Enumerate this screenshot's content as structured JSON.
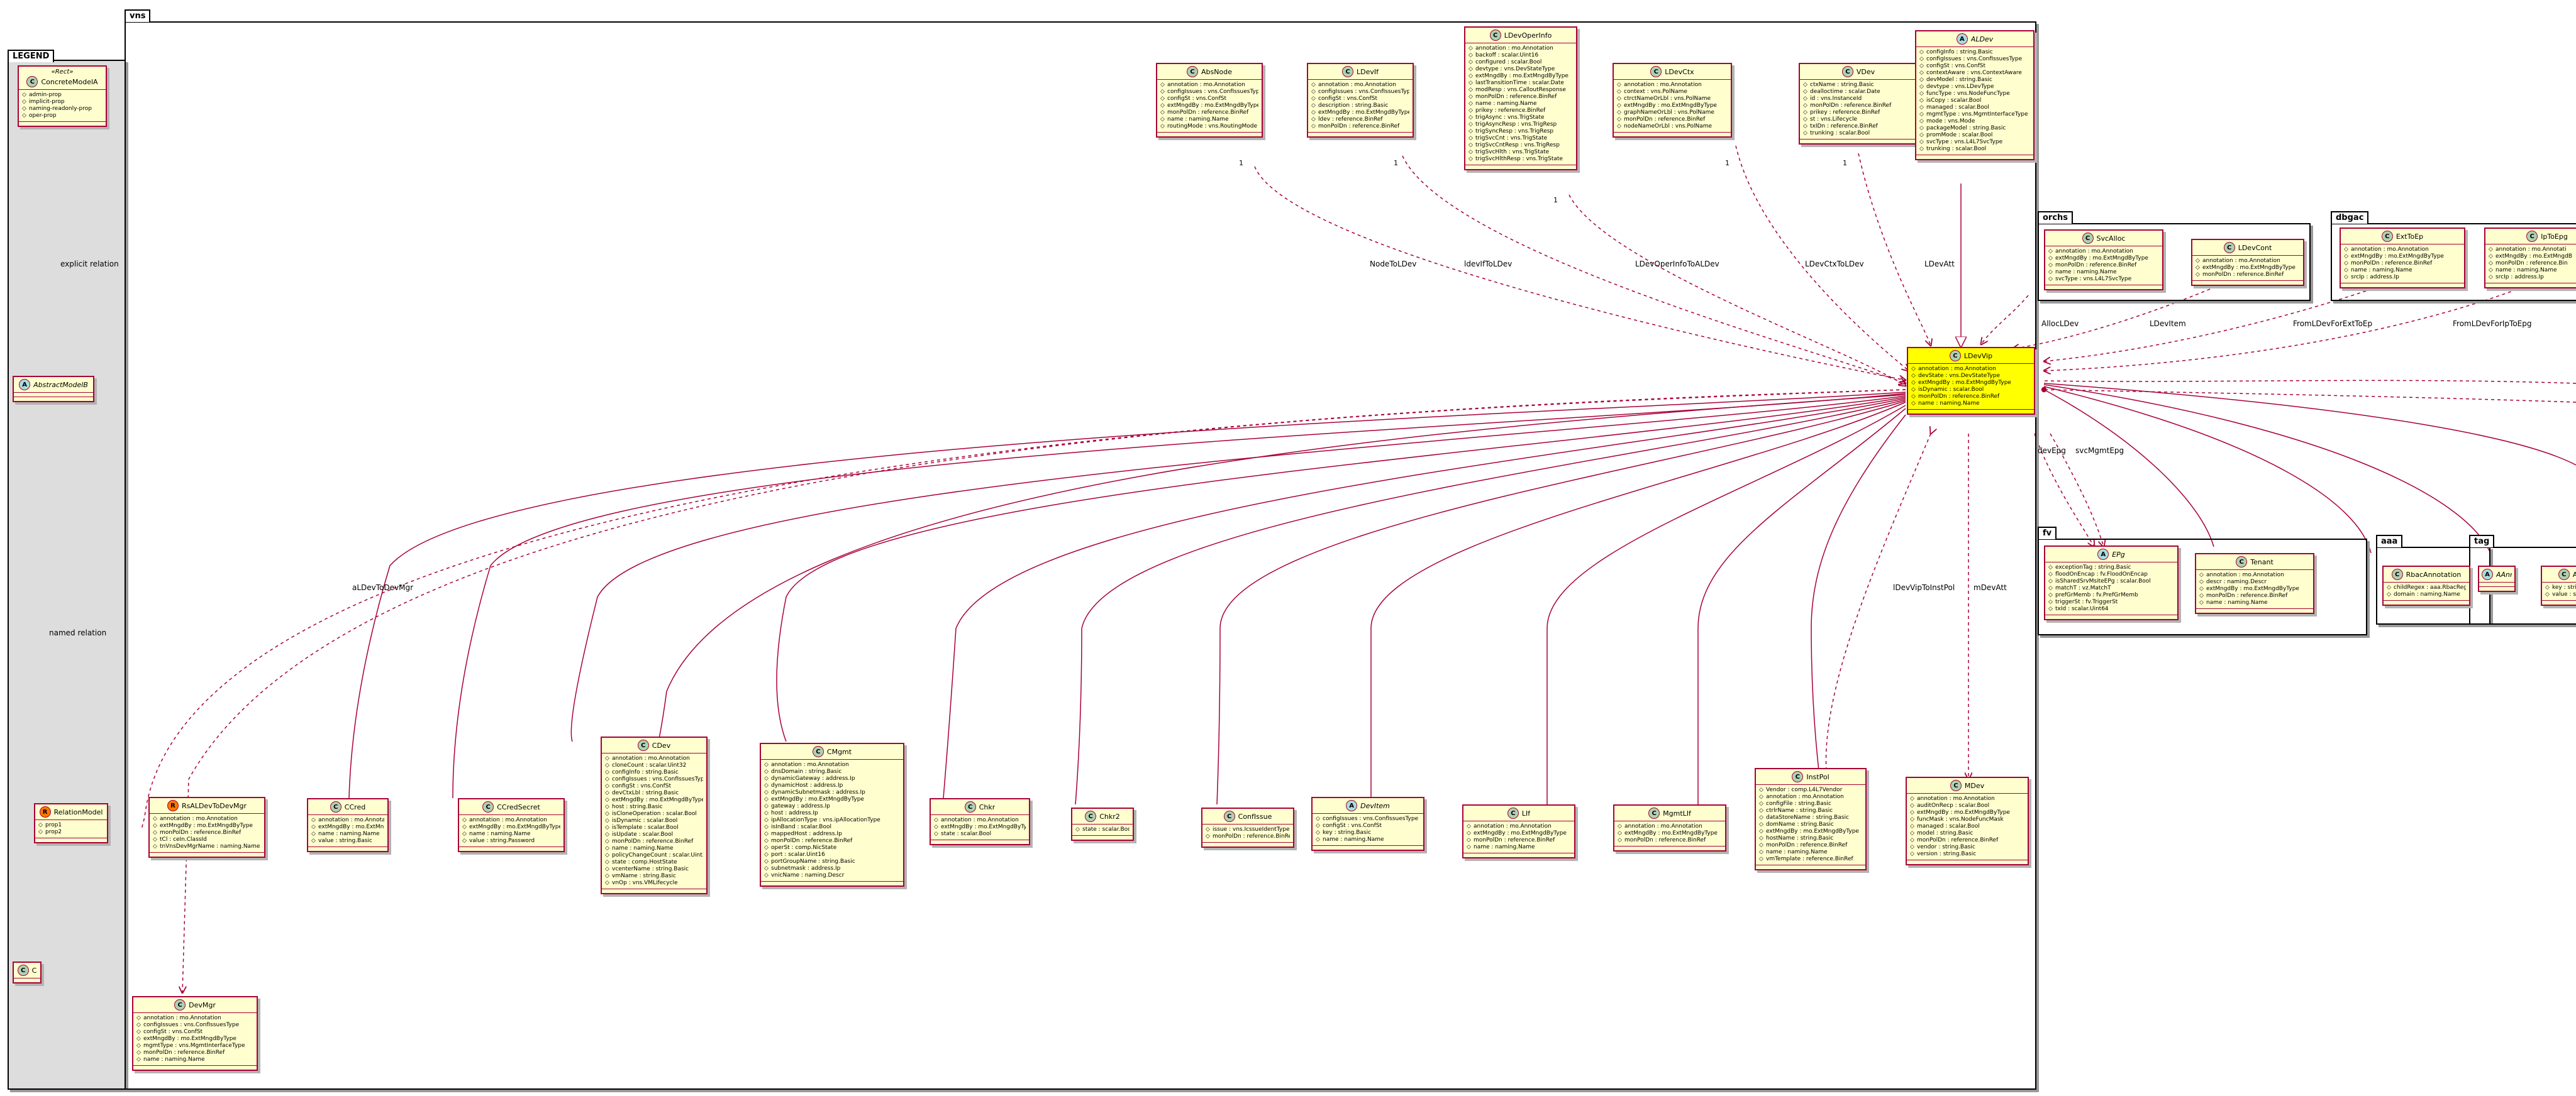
{
  "colors": {
    "border": "#A80036",
    "class_fill": "#FEFECE",
    "highlight": "#FFFF00",
    "legend_fill": "#DDDDDD",
    "badge_c": "#ADD1B2",
    "badge_a": "#A9DCDF",
    "badge_r": "#FF7700"
  },
  "packages": {
    "legend": "LEGEND",
    "vns": "vns",
    "orchs": "orchs",
    "dbgac": "dbgac",
    "fv": "fv",
    "aaa": "aaa",
    "tag": "tag"
  },
  "legend": {
    "concrete": {
      "name": "ConcreteModelA",
      "stereo": "«Rect»",
      "attrs": [
        "admin-prop",
        "implicit-prop",
        "naming-readonly-prop",
        "oper-prop"
      ]
    },
    "abstract": {
      "name": "AbstractModelB"
    },
    "relation": {
      "name": "RelationModel",
      "attrs": [
        "prop1",
        "prop2"
      ]
    },
    "c": {
      "name": "C"
    },
    "labels": {
      "explicit": "explicit relation",
      "named": "named relation"
    }
  },
  "classes": {
    "absnode": {
      "name": "AbsNode",
      "attrs": [
        "annotation : mo.Annotation",
        "configIssues : vns.ConfIssuesType",
        "configSt : vns.ConfSt",
        "extMngdBy : mo.ExtMngdByType",
        "monPolDn : reference.BinRef",
        "name : naming.Name",
        "routingMode : vns.RoutingMode"
      ]
    },
    "ldevif": {
      "name": "LDevIf",
      "attrs": [
        "annotation : mo.Annotation",
        "configIssues : vns.ConfIssuesType",
        "configSt : vns.ConfSt",
        "description : string.Basic",
        "extMngdBy : mo.ExtMngdByType",
        "ldev : reference.BinRef",
        "monPolDn : reference.BinRef"
      ]
    },
    "ldevoper": {
      "name": "LDevOperInfo",
      "attrs": [
        "annotation : mo.Annotation",
        "backoff : scalar.Uint16",
        "configured : scalar.Bool",
        "devtype : vns.DevStateType",
        "extMngdBy : mo.ExtMngdByType",
        "lastTransitionTime : scalar.Date",
        "modResp : vns.CalloutResponse",
        "monPolDn : reference.BinRef",
        "name : naming.Name",
        "prikey : reference.BinRef",
        "trigAsync : vns.TrigState",
        "trigAsyncResp : vns.TrigResp",
        "trigSyncResp : vns.TrigResp",
        "trigSvcCnt : vns.TrigState",
        "trigSvcCntResp : vns.TrigResp",
        "trigSvcHlth : vns.TrigState",
        "trigSvcHlthResp : vns.TrigState"
      ]
    },
    "ldevctx": {
      "name": "LDevCtx",
      "attrs": [
        "annotation : mo.Annotation",
        "context : vns.PolName",
        "ctrctNameOrLbl : vns.PolName",
        "extMngdBy : mo.ExtMngdByType",
        "graphNameOrLbl : vns.PolName",
        "monPolDn : reference.BinRef",
        "nodeNameOrLbl : vns.PolName"
      ]
    },
    "vdev": {
      "name": "VDev",
      "attrs": [
        "ctxName : string.Basic",
        "dealloctime : scalar.Date",
        "id : vns.InstanceId",
        "monPolDn : reference.BinRef",
        "prikey : reference.BinRef",
        "st : vns.Lifecycle",
        "txIDn : reference.BinRef",
        "trunking : scalar.Bool"
      ]
    },
    "aldev": {
      "name": "ALDev",
      "attrs": [
        "configInfo : string.Basic",
        "configIssues : vns.ConfIssuesType",
        "configSt : vns.ConfSt",
        "contextAware : vns.ContextAware",
        "devModel : string.Basic",
        "devtype : vns.LDevType",
        "funcType : vns.NodeFuncType",
        "isCopy : scalar.Bool",
        "managed : scalar.Bool",
        "mgmtType : vns.MgmtInterfaceType",
        "mode : vns.Mode",
        "packageModel : string.Basic",
        "promMode : scalar.Bool",
        "svcType : vns.L4L7SvcType",
        "trunking : scalar.Bool"
      ]
    },
    "ldevvip": {
      "name": "LDevVip",
      "attrs": [
        "annotation : mo.Annotation",
        "devState : vns.DevStateType",
        "extMngdBy : mo.ExtMngdByType",
        "isDynamic : scalar.Bool",
        "monPolDn : reference.BinRef",
        "name : naming.Name"
      ]
    },
    "svcalloc": {
      "name": "SvcAlloc",
      "attrs": [
        "annotation : mo.Annotation",
        "extMngdBy : mo.ExtMngdByType",
        "monPolDn : reference.BinRef",
        "name : naming.Name",
        "svcType : vns.L4L7SvcType"
      ]
    },
    "ldevcont": {
      "name": "LDevCont",
      "attrs": [
        "annotation : mo.Annotation",
        "extMngdBy : mo.ExtMngdByType",
        "monPolDn : reference.BinRef"
      ]
    },
    "extitoep": {
      "name": "ExtToEp",
      "attrs": [
        "annotation : mo.Annotation",
        "extMngdBy : mo.ExtMngdByType",
        "monPolDn : reference.BinRef",
        "name : naming.Name",
        "srcIp : address.Ip"
      ]
    },
    "iptoepg": {
      "name": "IpToEpg",
      "attrs": [
        "annotation : mo.Annotati",
        "extMngdBy : mo.ExtMngdB",
        "monPolDn : reference.Bin",
        "name : naming.Name",
        "srcIp : address.Ip"
      ]
    },
    "epg": {
      "name": "EPg",
      "attrs": [
        "exceptionTag : string.Basic",
        "floodOnEncap : fv.FloodOnEncap",
        "isSharedSrvMsiteEPg : scalar.Bool",
        "matchT : vz.MatchT",
        "prefGrMemb : fv.PrefGrMemb",
        "triggerSt : fv.TriggerSt",
        "txId : scalar.Uint64"
      ]
    },
    "tenant": {
      "name": "Tenant",
      "attrs": [
        "annotation : mo.Annotation",
        "descr : naming.Descr",
        "extMngdBy : mo.ExtMngdByType",
        "monPolDn : reference.BinRef",
        "name : naming.Name"
      ]
    },
    "rbac": {
      "name": "RbacAnnotation",
      "attrs": [
        "childRegex : aaa.RbacRegex",
        "domain : naming.Name"
      ]
    },
    "aannot": {
      "name": "AAnno",
      "attrs": []
    },
    "annot": {
      "name": "Ann",
      "attrs": [
        "key : stri",
        "value : s"
      ]
    },
    "rsaldev": {
      "name": "RsALDevToDevMgr",
      "attrs": [
        "annotation : mo.Annotation",
        "extMngdBy : mo.ExtMngdByType",
        "monPolDn : reference.BinRef",
        "tCl : ceIn.ClassId",
        "tnVnsDevMgrName : naming.Name"
      ]
    },
    "ccred": {
      "name": "CCred",
      "attrs": [
        "annotation : mo.Annotation",
        "extMngdBy : mo.ExtMngdByType",
        "name : naming.Name",
        "value : string.Basic"
      ]
    },
    "ccredsecret": {
      "name": "CCredSecret",
      "attrs": [
        "annotation : mo.Annotation",
        "extMngdBy : mo.ExtMngdByType",
        "name : naming.Name",
        "value : string.Password"
      ]
    },
    "cdev": {
      "name": "CDev",
      "attrs": [
        "annotation : mo.Annotation",
        "cloneCount : scalar.Uint32",
        "configInfo : string.Basic",
        "configIssues : vns.ConfIssuesType",
        "configSt : vns.ConfSt",
        "devCtxLbl : string.Basic",
        "extMngdBy : mo.ExtMngdByType",
        "host : string.Basic",
        "isCloneOperation : scalar.Bool",
        "isDynamic : scalar.Bool",
        "isTemplate : scalar.Bool",
        "isUpdate : scalar.Bool",
        "monPolDn : reference.BinRef",
        "name : naming.Name",
        "policyChangeCount : scalar.Uint32",
        "state : comp.HostState",
        "vcenterName : string.Basic",
        "vmName : string.Basic",
        "vnOp : vns.VMLifecycle"
      ]
    },
    "cmgmt": {
      "name": "CMgmt",
      "attrs": [
        "annotation : mo.Annotation",
        "dnsDomain : string.Basic",
        "dynamicGateway : address.Ip",
        "dynamicHost : address.Ip",
        "dynamicSubnetmask : address.Ip",
        "extMngdBy : mo.ExtMngdByType",
        "gateway : address.Ip",
        "host : address.Ip",
        "ipAllocationType : vns.ipAllocationType",
        "isInBand : scalar.Bool",
        "mappedHost : address.Ip",
        "monPolDn : reference.BinRef",
        "operSt : comp.NicState",
        "port : scalar.Uint16",
        "portGroupName : string.Basic",
        "subnetmask : address.Ip",
        "vnicName : naming.Descr"
      ]
    },
    "chkr": {
      "name": "Chkr",
      "attrs": [
        "annotation : mo.Annotation",
        "extMngdBy : mo.ExtMngdByType",
        "state : scalar.Bool"
      ]
    },
    "chkr2": {
      "name": "Chkr2",
      "attrs": [
        "state : scalar.Bool"
      ]
    },
    "confissue": {
      "name": "ConfIssue",
      "attrs": [
        "issue : vns.IcssueIdentType",
        "monPolDn : reference.BinRef"
      ]
    },
    "devitem": {
      "name": "DevItem",
      "attrs": [
        "configIssues : vns.ConfIssuesType",
        "configSt : vns.ConfSt",
        "key : string.Basic",
        "name : naming.Name"
      ]
    },
    "lif": {
      "name": "LIf",
      "attrs": [
        "annotation : mo.Annotation",
        "extMngdBy : mo.ExtMngdByType",
        "monPolDn : reference.BinRef",
        "name : naming.Name"
      ]
    },
    "mgmtlif": {
      "name": "MgmtLIf",
      "attrs": [
        "annotation : mo.Annotation",
        "extMngdBy : mo.ExtMngdByType",
        "monPolDn : reference.BinRef"
      ]
    },
    "instpol": {
      "name": "InstPol",
      "attrs": [
        "Vendor : comp.L4L7Vendor",
        "annotation : mo.Annotation",
        "configFile : string.Basic",
        "ctrlrName : string.Basic",
        "dataStoreName : string.Basic",
        "domName : string.Basic",
        "extMngdBy : mo.ExtMngdByType",
        "hostName : string.Basic",
        "monPolDn : reference.BinRef",
        "name : naming.Name",
        "vmTemplate : reference.BinRef"
      ]
    },
    "mdev": {
      "name": "MDev",
      "attrs": [
        "annotation : mo.Annotation",
        "auditOnRecp : scalar.Bool",
        "extMngdBy : mo.ExtMngdByType",
        "funcMask : vns.NodeFuncMask",
        "managed : scalar.Bool",
        "model : string.Basic",
        "monPolDn : reference.BinRef",
        "vendor : string.Basic",
        "version : string.Basic"
      ]
    },
    "devmgr": {
      "name": "DevMgr",
      "attrs": [
        "annotation : mo.Annotation",
        "configIssues : vns.ConfIssuesType",
        "configSt : vns.ConfSt",
        "extMngdBy : mo.ExtMngdByType",
        "mgmtType : vns.MgmtInterfaceType",
        "monPolDn : reference.BinRef",
        "name : naming.Name"
      ]
    }
  },
  "relations": {
    "nodeToLDev": "NodeToLDev",
    "ldevifToLDev": "ldevIfToLDev",
    "ldevOperInfoToALDev": "LDevOperInfoToALDev",
    "ldevCtxToLDev": "LDevCtxToLDev",
    "ldevAtt": "LDevAtt",
    "allocLDev": "AllocLDev",
    "ldevItem": "LDevItem",
    "fromLDevForExtToEp": "FromLDevForExtToEp",
    "fromLDevForIpToEpg": "FromLDevForIpToEpg",
    "devEpg": "devEpg",
    "svcMgmtEpg": "svcMgmtEpg",
    "aLDevToDevMgr": "aLDevToDevMgr",
    "ldevVipToInstPol": "lDevVipToInstPol",
    "mDevAtt": "mDevAtt",
    "mult_one": "1"
  }
}
